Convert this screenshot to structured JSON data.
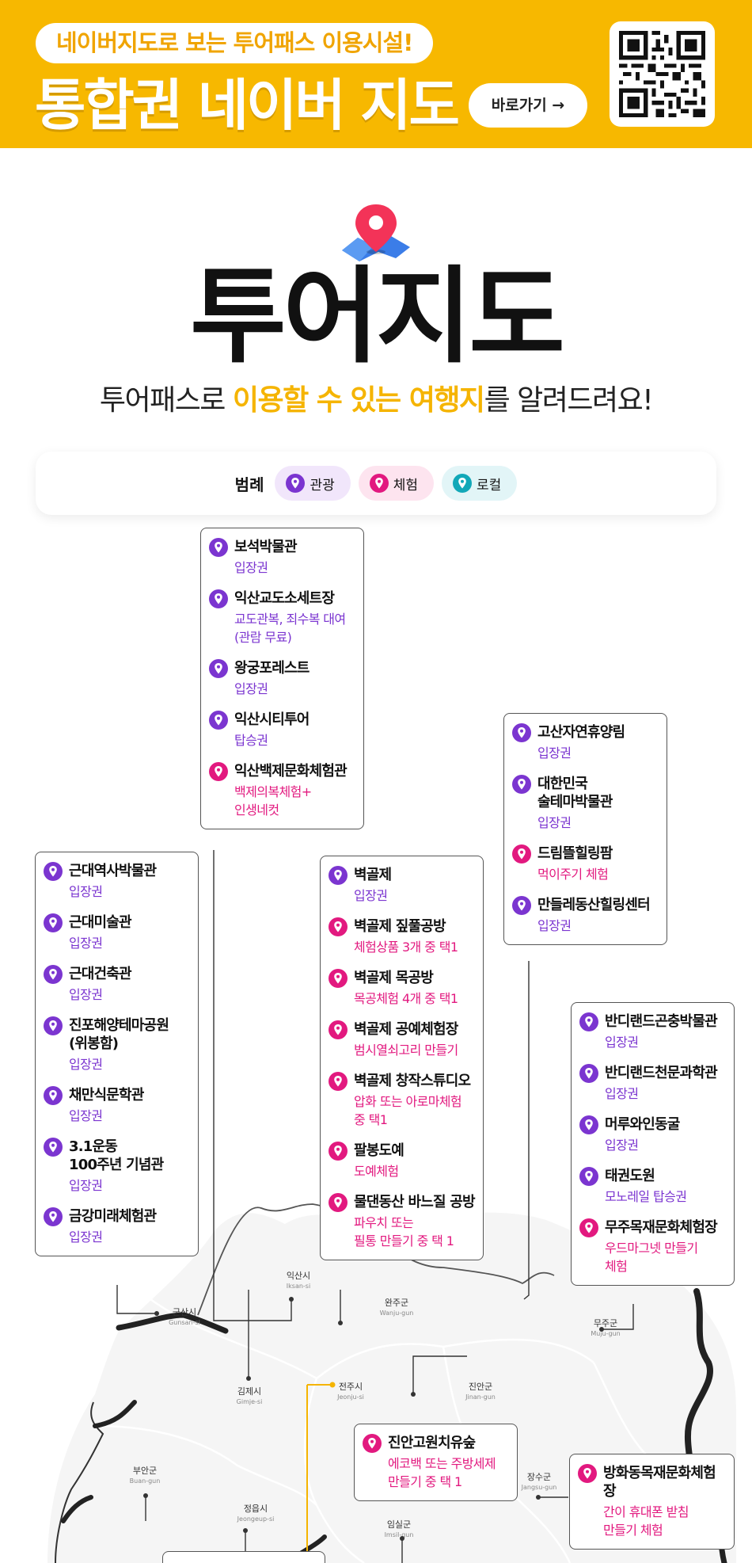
{
  "banner": {
    "pill_text": "네이버지도로 보는 투어패스 이용시설!",
    "headline": "통합권 네이버 지도",
    "go_button": "바로가기 →"
  },
  "hero": {
    "title": "투어지도",
    "subtitle_pre": "투어패스로 ",
    "subtitle_hl": "이용할 수 있는 여행지",
    "subtitle_post": "를 알려드려요!"
  },
  "legend": {
    "label": "범례",
    "items": [
      "관광",
      "체험",
      "로컬"
    ]
  },
  "colors": {
    "banner": "#f7b800",
    "tour": "#7b35d0",
    "experience": "#e2197f",
    "local": "#12a8b8"
  },
  "regions": [
    {
      "name": "익산시",
      "en": "Iksan-si"
    },
    {
      "name": "군산시",
      "en": "Gunsan-si"
    },
    {
      "name": "완주군",
      "en": "Wanju-gun"
    },
    {
      "name": "무주군",
      "en": "Muju-gun"
    },
    {
      "name": "김제시",
      "en": "Gimje-si"
    },
    {
      "name": "전주시",
      "en": "Jeonju-si"
    },
    {
      "name": "진안군",
      "en": "Jinan-gun"
    },
    {
      "name": "부안군",
      "en": "Buan-gun"
    },
    {
      "name": "장수군",
      "en": "Jangsu-gun"
    },
    {
      "name": "정읍시",
      "en": "Jeongeup-si"
    },
    {
      "name": "임실군",
      "en": "Imsil-gun"
    }
  ],
  "cards": {
    "iksan": [
      {
        "type": "tour",
        "name": "보석박물관",
        "desc": "입장권"
      },
      {
        "type": "tour",
        "name": "익산교도소세트장",
        "desc": "교도관복, 죄수복 대여\n(관람 무료)"
      },
      {
        "type": "tour",
        "name": "왕궁포레스트",
        "desc": "입장권"
      },
      {
        "type": "tour",
        "name": "익산시티투어",
        "desc": "탑승권"
      },
      {
        "type": "exp",
        "name": "익산백제문화체험관",
        "desc": "백제의복체험+\n인생네컷"
      }
    ],
    "gunsan": [
      {
        "type": "tour",
        "name": "근대역사박물관",
        "desc": "입장권"
      },
      {
        "type": "tour",
        "name": "근대미술관",
        "desc": "입장권"
      },
      {
        "type": "tour",
        "name": "근대건축관",
        "desc": "입장권"
      },
      {
        "type": "tour",
        "name": "진포해양테마공원\n(위봉함)",
        "desc": "입장권"
      },
      {
        "type": "tour",
        "name": "채만식문학관",
        "desc": "입장권"
      },
      {
        "type": "tour",
        "name": "3.1운동\n100주년 기념관",
        "desc": "입장권"
      },
      {
        "type": "tour",
        "name": "금강미래체험관",
        "desc": "입장권"
      }
    ],
    "gimje": [
      {
        "type": "tour",
        "name": "벽골제",
        "desc": "입장권"
      },
      {
        "type": "exp",
        "name": "벽골제 짚풀공방",
        "desc": "체험상품 3개 중 택1"
      },
      {
        "type": "exp",
        "name": "벽골제 목공방",
        "desc": "목공체험 4개 중 택1"
      },
      {
        "type": "exp",
        "name": "벽골제 공예체험장",
        "desc": "범시열쇠고리 만들기"
      },
      {
        "type": "exp",
        "name": "벽골제 창작스튜디오",
        "desc": "압화 또는 아로마체험\n중 택1"
      },
      {
        "type": "exp",
        "name": "팔봉도예",
        "desc": "도예체험"
      },
      {
        "type": "exp",
        "name": "물댄동산 바느질 공방",
        "desc": "파우치 또는\n필통 만들기 중 택 1"
      }
    ],
    "wanju": [
      {
        "type": "tour",
        "name": "고산자연휴양림",
        "desc": "입장권"
      },
      {
        "type": "tour",
        "name": "대한민국\n술테마박물관",
        "desc": "입장권"
      },
      {
        "type": "exp",
        "name": "드림뜰힐링팜",
        "desc": "먹이주기 체험"
      },
      {
        "type": "tour",
        "name": "만들레동산힐링센터",
        "desc": "입장권"
      }
    ],
    "muju": [
      {
        "type": "tour",
        "name": "반디랜드곤충박물관",
        "desc": "입장권"
      },
      {
        "type": "tour",
        "name": "반디랜드천문과학관",
        "desc": "입장권"
      },
      {
        "type": "tour",
        "name": "머루와인동굴",
        "desc": "입장권"
      },
      {
        "type": "tour",
        "name": "태권도원",
        "desc": "모노레일 탑승권"
      },
      {
        "type": "exp",
        "name": "무주목재문화체험장",
        "desc": "우드마그넷 만들기\n체험"
      }
    ],
    "jinan": [
      {
        "type": "exp",
        "name": "진안고원치유숲",
        "desc": "에코백 또는 주방세제\n만들기 중 택 1"
      }
    ],
    "jangsu": [
      {
        "type": "exp",
        "name": "방화동목재문화체험장",
        "desc": "간이 휴대폰 받침\n만들기 체험"
      }
    ]
  }
}
